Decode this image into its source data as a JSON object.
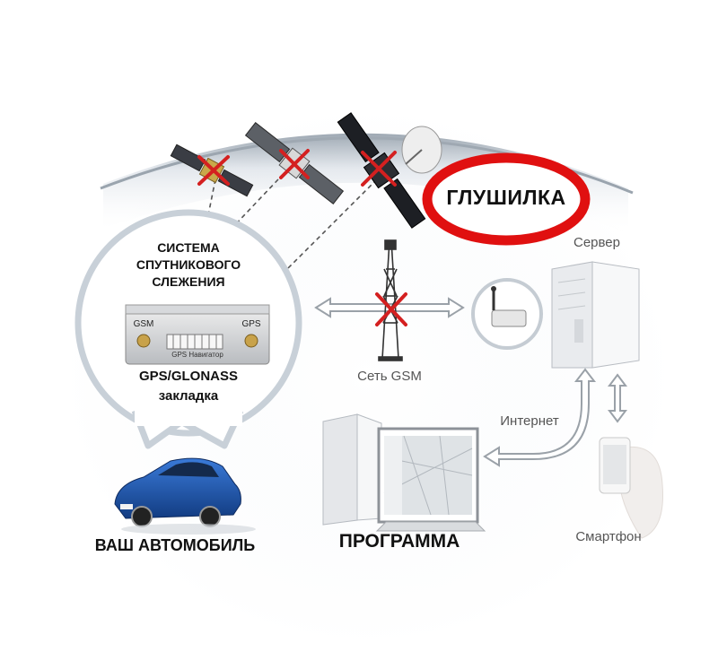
{
  "labels": {
    "jammer": "ГЛУШИЛКА",
    "server": "Сервер",
    "system_title": [
      "СИСТЕМА",
      "СПУТНИКОВОГО",
      "СЛЕЖЕНИЯ"
    ],
    "device_gsm": "GSM",
    "device_gps": "GPS",
    "device_caption": "GPS Навигатор",
    "gps_glonass": "GPS/GLONASS",
    "bookmark": "закладка",
    "gsm_network": "Сеть GSM",
    "internet": "Интернет",
    "your_car": "ВАШ АВТОМОБИЛЬ",
    "program": "ПРОГРАММА",
    "smartphone": "Смартфон"
  },
  "colors": {
    "cross": "#d42020",
    "jammer_ring": "#e01010",
    "car_body": "#1e4fa3",
    "bubble": "#c8d0d8"
  },
  "icons": {
    "satellites": [
      "satellite-icon",
      "satellite-icon",
      "satellite-icon"
    ],
    "tower": "gsm-tower-icon",
    "server": "server-icon",
    "modem": "gsm-modem-icon",
    "computer": "computer-icon",
    "car": "car-icon",
    "smartphone": "smartphone-icon"
  }
}
